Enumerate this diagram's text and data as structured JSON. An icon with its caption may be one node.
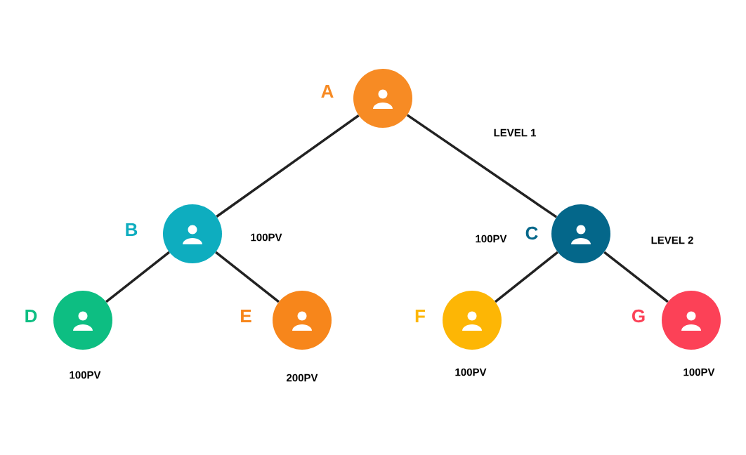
{
  "diagram": {
    "nodes": [
      {
        "text": [],
        "shape": "circle",
        "beside": [
          "A"
        ]
      },
      {
        "text": [],
        "shape": "circle",
        "beside": [
          "B",
          "100PV"
        ]
      },
      {
        "text": [],
        "shape": "circle",
        "beside": [
          "100PV",
          "C"
        ]
      },
      {
        "text": [],
        "shape": "circle",
        "beside": [
          "D",
          "100PV"
        ]
      },
      {
        "text": [],
        "shape": "circle",
        "beside": [
          "E",
          "200PV"
        ]
      },
      {
        "text": [],
        "shape": "circle",
        "beside": [
          "F",
          "100PV"
        ]
      },
      {
        "text": [],
        "shape": "circle",
        "beside": [
          "G",
          "100PV"
        ]
      }
    ],
    "edges": [
      {
        "from": 0,
        "to": 1,
        "arrow": "none"
      },
      {
        "from": 0,
        "to": 2,
        "arrow": "none"
      },
      {
        "from": 1,
        "to": 3,
        "arrow": "none"
      },
      {
        "from": 1,
        "to": 4,
        "arrow": "none"
      },
      {
        "from": 2,
        "to": 5,
        "arrow": "none"
      },
      {
        "from": 2,
        "to": 6,
        "arrow": "none"
      }
    ],
    "labels": [
      "LEVEL 1",
      "LEVEL 2"
    ]
  }
}
